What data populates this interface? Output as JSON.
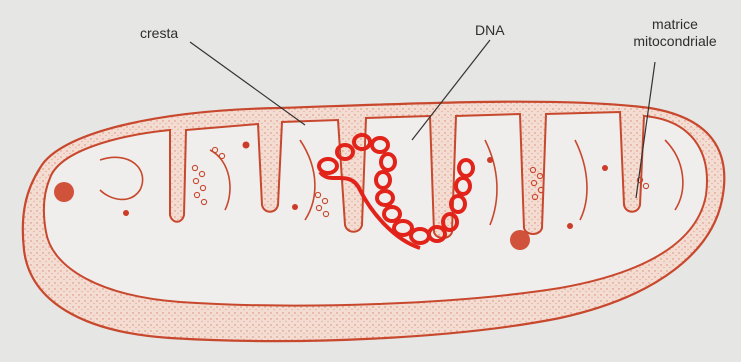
{
  "labels": {
    "cresta": "cresta",
    "dna": "DNA",
    "matrice_line1": "matrice",
    "matrice_line2": "mitocondriale"
  },
  "colors": {
    "background": "#e6e6e4",
    "membrane": "#c8482e",
    "dna": "#e2231a",
    "outer_fill": "#f1d7cc",
    "matrix_fill": "#efeeec",
    "leader": "#333333",
    "text": "#2e2e2e"
  }
}
